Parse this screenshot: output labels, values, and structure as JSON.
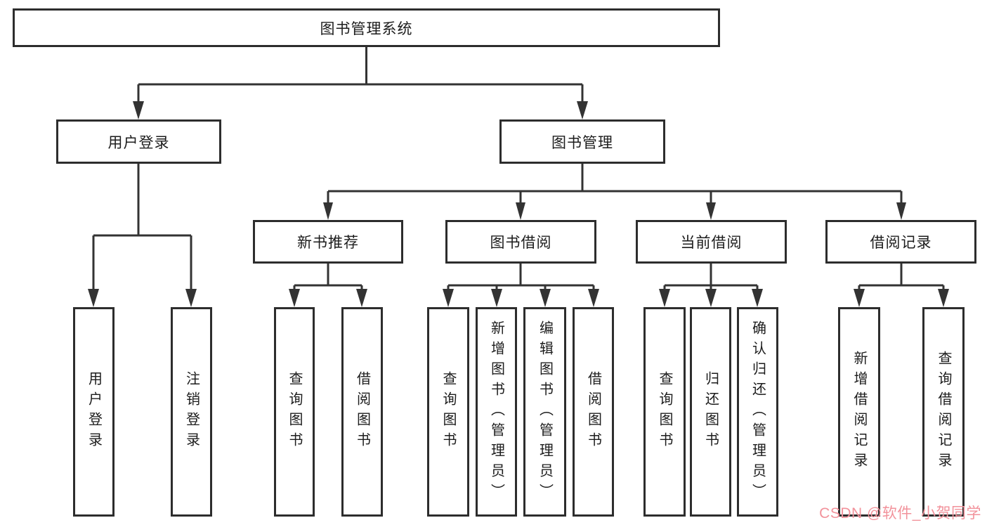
{
  "diagram": {
    "root": "图书管理系统",
    "branches": [
      {
        "label": "用户登录",
        "children": [
          "用户登录",
          "注销登录"
        ]
      },
      {
        "label": "图书管理",
        "children": [
          {
            "label": "新书推荐",
            "children": [
              "查询图书",
              "借阅图书"
            ]
          },
          {
            "label": "图书借阅",
            "children": [
              "查询图书",
              "新增图书（管理员）",
              "编辑图书（管理员）",
              "借阅图书"
            ]
          },
          {
            "label": "当前借阅",
            "children": [
              "查询图书",
              "归还图书",
              "确认归还（管理员）"
            ]
          },
          {
            "label": "借阅记录",
            "children": [
              "新增借阅记录",
              "查询借阅记录"
            ]
          }
        ]
      }
    ]
  },
  "watermark": {
    "text": "CSDN @软件_小贺同学"
  },
  "colors": {
    "line": "#333333",
    "box_border": "#2d2d2d",
    "text": "#1c1c1c",
    "background": "#ffffff",
    "watermark": "#f2929b"
  }
}
